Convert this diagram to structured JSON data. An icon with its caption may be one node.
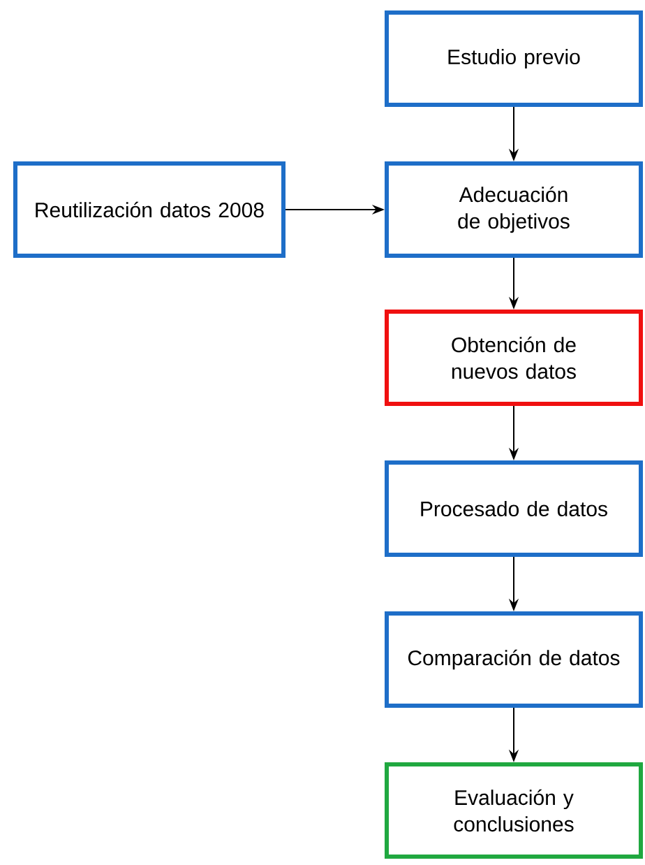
{
  "diagram": {
    "nodes": [
      {
        "text": [
          "Estudio previo"
        ]
      },
      {
        "text": [
          "Reutilización datos 2008"
        ]
      },
      {
        "text": [
          "Adecuación de objetivos"
        ]
      },
      {
        "text": [
          "Obtención de nuevos datos"
        ]
      },
      {
        "text": [
          "Procesado de datos"
        ]
      },
      {
        "text": [
          "Comparación de datos"
        ]
      },
      {
        "text": [
          "Evaluación y conclusiones"
        ]
      }
    ],
    "edges": [
      {
        "from": 0,
        "to": 2,
        "arrow": "to"
      },
      {
        "from": 1,
        "to": 2,
        "arrow": "to"
      },
      {
        "from": 2,
        "to": 3,
        "arrow": "to"
      },
      {
        "from": 3,
        "to": 4,
        "arrow": "to"
      },
      {
        "from": 4,
        "to": 5,
        "arrow": "to"
      },
      {
        "from": 5,
        "to": 6,
        "arrow": "to"
      }
    ]
  }
}
